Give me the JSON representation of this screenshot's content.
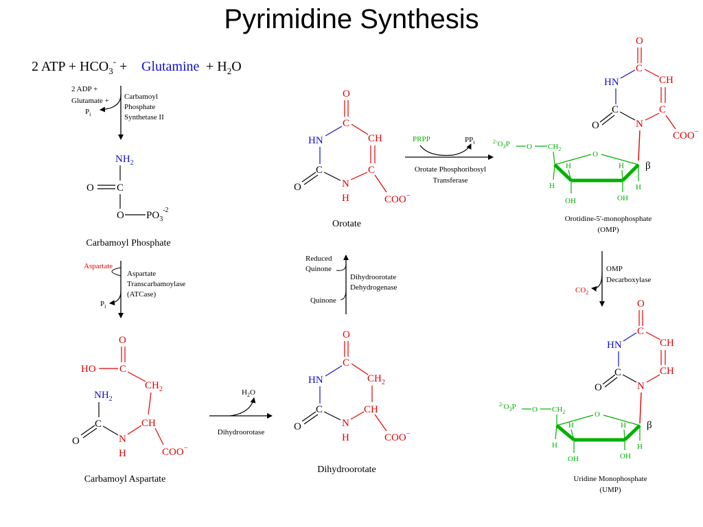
{
  "title": "Pyrimidine Synthesis",
  "colors": {
    "black": "#000000",
    "red": "#e00000",
    "blue": "#1010c8",
    "green": "#00b000"
  },
  "equation": {
    "part1": "2 ATP",
    "plus": "+",
    "hco": "HCO",
    "hco_sub": "3",
    "hco_sup": "-",
    "glutamine": "Glutamine",
    "h2o_h": "H",
    "h2o_sub": "2",
    "h2o_o": "O"
  },
  "step1": {
    "side_line1": "2 ADP +",
    "side_line2": "Glutamate +",
    "side_line3": "P",
    "side_line3_sub": "i",
    "enzyme_line1": "Carbamoyl",
    "enzyme_line2": "Phosphate",
    "enzyme_line3": "Synthetase II"
  },
  "carbamoyl_phosphate": {
    "nh2": "NH",
    "nh2_sub": "2",
    "o": "O",
    "c": "C",
    "o2": "O",
    "po3": "PO",
    "po3_sub": "3",
    "po3_sup": "-2",
    "caption": "Carbamoyl Phosphate"
  },
  "step2": {
    "substrate": "Aspartate",
    "enzyme_line1": "Aspartate",
    "enzyme_line2": "Transcarbamoylase",
    "enzyme_line3": "(ATCase)",
    "product": "P",
    "product_sub": "i"
  },
  "carbamoyl_aspartate": {
    "o": "O",
    "ho": "HO",
    "c": "C",
    "ch2": "CH",
    "ch2_sub": "2",
    "nh2": "NH",
    "nh2_sub": "2",
    "c2": "C",
    "ch": "CH",
    "o2": "O",
    "n": "N",
    "h": "H",
    "coo": "COO",
    "coo_sup": "−",
    "caption": "Carbamoyl Aspartate"
  },
  "step3": {
    "water": "H",
    "water_sub": "2",
    "water_o": "O",
    "enzyme": "Dihydroorotase"
  },
  "dihydroorotate": {
    "o_top": "O",
    "c_top": "C",
    "hn": "HN",
    "ch2": "CH",
    "ch2_sub": "2",
    "c_left": "C",
    "ch": "CH",
    "o_left": "O",
    "n": "N",
    "h": "H",
    "coo": "COO",
    "coo_sup": "−",
    "caption": "Dihydroorotate"
  },
  "step4": {
    "reduced1": "Reduced",
    "reduced2": "Quinone",
    "quinone": "Quinone",
    "enzyme_line1": "Dihydroorotate",
    "enzyme_line2": "Dehydrogenase"
  },
  "orotate": {
    "o_top": "O",
    "c_top": "C",
    "hn": "HN",
    "ch": "CH",
    "c_left": "C",
    "c_right": "C",
    "o_left": "O",
    "n": "N",
    "h": "H",
    "coo": "COO",
    "coo_sup": "−",
    "caption": "Orotate"
  },
  "step5": {
    "substrate": "PRPP",
    "product": "PP",
    "product_sub": "i",
    "enzyme_line1": "Orotate Phosphoribosyl",
    "enzyme_line2": "Transferase"
  },
  "omp": {
    "o_top": "O",
    "c_top": "C",
    "hn": "HN",
    "ch": "CH",
    "c_left": "C",
    "c_right": "C",
    "o_left": "O",
    "n": "N",
    "coo": "COO",
    "coo_sup": "−",
    "phos_sup": "2-",
    "phos": "O",
    "phos_sub": "3",
    "phos_p": "P",
    "o_link": "O",
    "ch2": "CH",
    "ch2_sub": "2",
    "ring_o": "O",
    "h1": "H",
    "h2": "H",
    "h3": "H",
    "h4": "H",
    "oh1": "OH",
    "oh2": "OH",
    "beta": "β",
    "caption_line1": "Orotidine-5'-monophosphate",
    "caption_line2": "(OMP)"
  },
  "step6": {
    "enzyme_line1": "OMP",
    "enzyme_line2": "Decarboxylase",
    "co2": "CO",
    "co2_sub": "2"
  },
  "ump": {
    "o_top": "O",
    "c_top": "C",
    "hn": "HN",
    "ch_top": "CH",
    "ch_bot": "CH",
    "c_left": "C",
    "o_left": "O",
    "n": "N",
    "phos_sup": "2-",
    "phos": "O",
    "phos_sub": "3",
    "phos_p": "P",
    "o_link": "O",
    "ch2": "CH",
    "ch2_sub": "2",
    "ring_o": "O",
    "h1": "H",
    "h2": "H",
    "h3": "H",
    "h4": "H",
    "oh1": "OH",
    "oh2": "OH",
    "beta": "β",
    "caption_line1": "Uridine Monophosphate",
    "caption_line2": "(UMP)"
  }
}
